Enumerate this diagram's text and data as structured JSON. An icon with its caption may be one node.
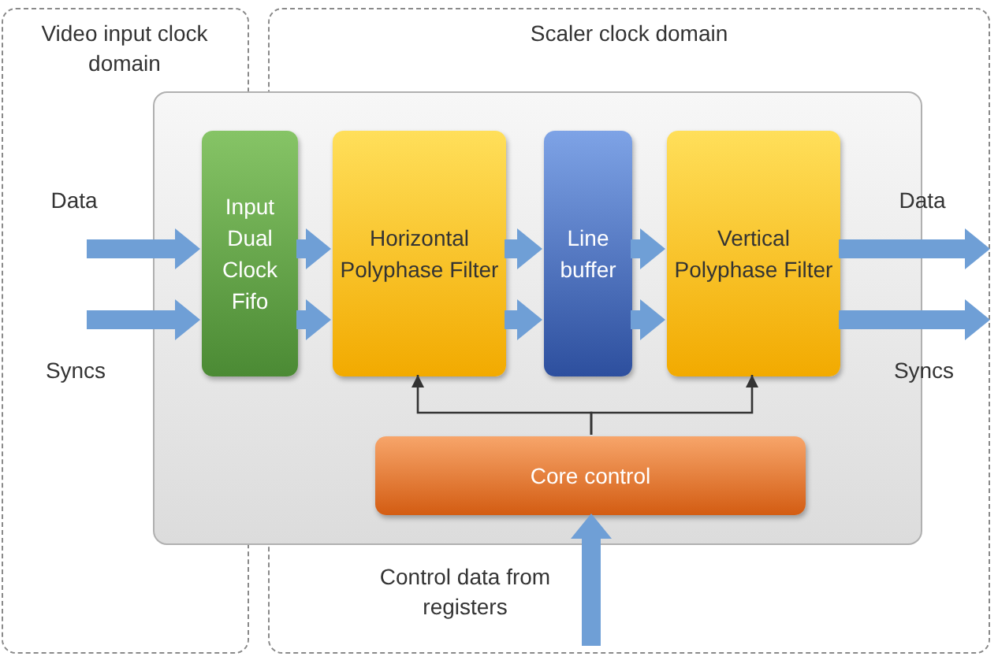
{
  "diagram": {
    "nodes": [
      {
        "text": [],
        "shape": "box"
      },
      {
        "text": [
          "Input Dual Clock Fifo"
        ],
        "in": 0
      },
      {
        "text": [
          "Horizontal Polyphase Filter"
        ],
        "in": 0
      },
      {
        "text": [
          "Line buffer"
        ],
        "in": 0
      },
      {
        "text": [
          "Vertical Polyphase Filter"
        ],
        "in": 0
      },
      {
        "text": [
          "Core control"
        ],
        "in": 0
      }
    ],
    "edges": [
      {
        "from": null,
        "to": 1,
        "arrow": "to"
      },
      {
        "from": null,
        "to": 1,
        "arrow": "to"
      },
      {
        "from": 1,
        "to": 2,
        "arrow": "to"
      },
      {
        "from": 1,
        "to": 2,
        "arrow": "to"
      },
      {
        "from": 2,
        "to": 3,
        "arrow": "to"
      },
      {
        "from": 2,
        "to": 3,
        "arrow": "to"
      },
      {
        "from": 3,
        "to": 4,
        "arrow": "to"
      },
      {
        "from": 3,
        "to": 4,
        "arrow": "to"
      },
      {
        "from": 4,
        "to": null,
        "arrow": "to"
      },
      {
        "from": 4,
        "to": null,
        "arrow": "to"
      },
      {
        "from": null,
        "to": 5,
        "arrow": "to"
      },
      {
        "from": 5,
        "to": 2,
        "arrow": "to",
        "color": "#333333"
      },
      {
        "from": 5,
        "to": 4,
        "arrow": "to",
        "color": "#333333"
      }
    ],
    "labels": [
      "Video input clock domain",
      "Scaler clock domain",
      "Data",
      "Syncs",
      "Data",
      "Syncs",
      "Control data from registers"
    ]
  }
}
